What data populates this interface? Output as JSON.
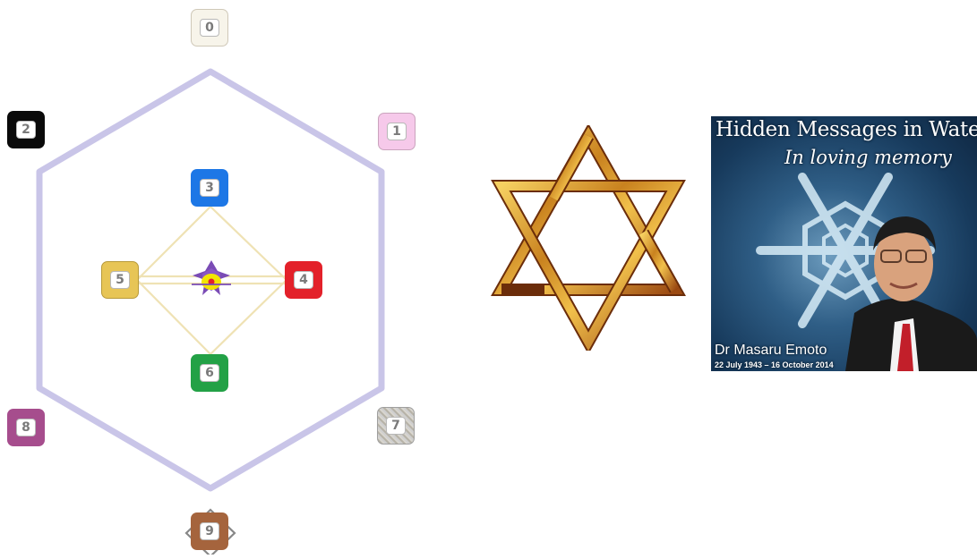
{
  "diagram": {
    "nodes": [
      {
        "label": "0",
        "color": "#f7f4ea"
      },
      {
        "label": "1",
        "color": "#f6c9ea"
      },
      {
        "label": "2",
        "color": "#0a0a0a"
      },
      {
        "label": "3",
        "color": "#1d77e6"
      },
      {
        "label": "4",
        "color": "#e3212a"
      },
      {
        "label": "5",
        "color": "#e7c556"
      },
      {
        "label": "6",
        "color": "#23a146"
      },
      {
        "label": "7",
        "color": "#bdbab2"
      },
      {
        "label": "8",
        "color": "#a64d8d"
      },
      {
        "label": "9",
        "color": "#a5643d"
      }
    ],
    "hexagon_color": "#c9c5e8",
    "rhombus_color": "#efe2b4",
    "center_flower_colors": [
      "#7a4bb5",
      "#f2e500",
      "#e3212a"
    ]
  },
  "star_image": {
    "icon": "star-of-david-icon",
    "color": "#d89a2a"
  },
  "photo_card": {
    "title": "Hidden Messages in Water",
    "subtitle": "In loving memory",
    "name": "Dr Masaru Emoto",
    "dates": "22 July 1943 – 16 October 2014"
  }
}
